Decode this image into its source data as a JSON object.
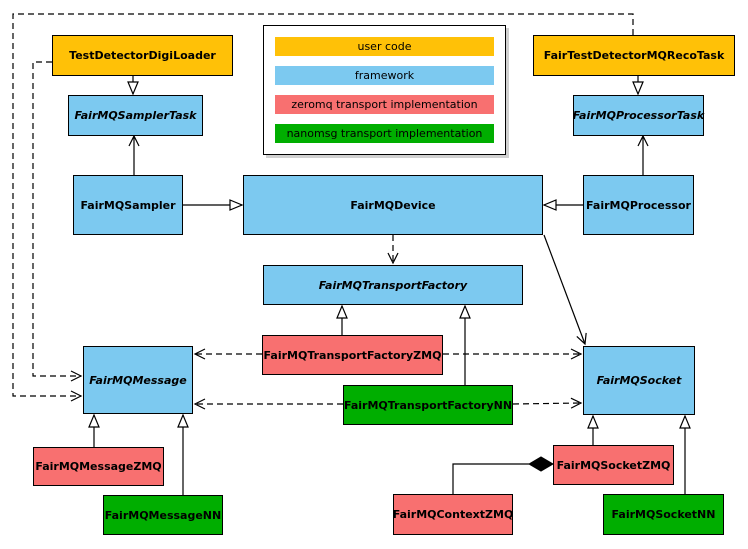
{
  "legend": {
    "items": [
      {
        "label": "user code",
        "color": "#FFC107"
      },
      {
        "label": "framework",
        "color": "#7CC9F0"
      },
      {
        "label": "zeromq transport implementation",
        "color": "#F87070"
      },
      {
        "label": "nanomsg transport implementation",
        "color": "#00AE00"
      }
    ]
  },
  "nodes": {
    "test_detector_digi_loader": {
      "label": "TestDetectorDigiLoader",
      "category": "user code",
      "abstract": false
    },
    "fair_test_detector_mq_reco_task": {
      "label": "FairTestDetectorMQRecoTask",
      "category": "user code",
      "abstract": false
    },
    "sampler_task": {
      "label": "FairMQSamplerTask",
      "category": "framework",
      "abstract": true
    },
    "processor_task": {
      "label": "FairMQProcessorTask",
      "category": "framework",
      "abstract": true
    },
    "sampler": {
      "label": "FairMQSampler",
      "category": "framework",
      "abstract": false
    },
    "device": {
      "label": "FairMQDevice",
      "category": "framework",
      "abstract": false
    },
    "processor": {
      "label": "FairMQProcessor",
      "category": "framework",
      "abstract": false
    },
    "transport_factory": {
      "label": "FairMQTransportFactory",
      "category": "framework",
      "abstract": true
    },
    "transport_factory_zmq": {
      "label": "FairMQTransportFactoryZMQ",
      "category": "zeromq transport implementation",
      "abstract": false
    },
    "transport_factory_nn": {
      "label": "FairMQTransportFactoryNN",
      "category": "nanomsg transport implementation",
      "abstract": false
    },
    "message": {
      "label": "FairMQMessage",
      "category": "framework",
      "abstract": true
    },
    "socket": {
      "label": "FairMQSocket",
      "category": "framework",
      "abstract": true
    },
    "message_zmq": {
      "label": "FairMQMessageZMQ",
      "category": "zeromq transport implementation",
      "abstract": false
    },
    "message_nn": {
      "label": "FairMQMessageNN",
      "category": "nanomsg transport implementation",
      "abstract": false
    },
    "socket_zmq": {
      "label": "FairMQSocketZMQ",
      "category": "zeromq transport implementation",
      "abstract": false
    },
    "socket_nn": {
      "label": "FairMQSocketNN",
      "category": "nanomsg transport implementation",
      "abstract": false
    },
    "context_zmq": {
      "label": "FairMQContextZMQ",
      "category": "zeromq transport implementation",
      "abstract": false
    }
  },
  "edges": [
    {
      "from": "TestDetectorDigiLoader",
      "to": "FairMQSamplerTask",
      "type": "inheritance"
    },
    {
      "from": "FairTestDetectorMQRecoTask",
      "to": "FairMQProcessorTask",
      "type": "inheritance"
    },
    {
      "from": "FairMQSampler",
      "to": "FairMQSamplerTask",
      "type": "association"
    },
    {
      "from": "FairMQProcessor",
      "to": "FairMQProcessorTask",
      "type": "association"
    },
    {
      "from": "FairMQSampler",
      "to": "FairMQDevice",
      "type": "inheritance"
    },
    {
      "from": "FairMQProcessor",
      "to": "FairMQDevice",
      "type": "inheritance"
    },
    {
      "from": "FairMQDevice",
      "to": "FairMQTransportFactory",
      "type": "dependency"
    },
    {
      "from": "FairMQDevice",
      "to": "FairMQSocket",
      "type": "association"
    },
    {
      "from": "FairMQTransportFactoryZMQ",
      "to": "FairMQTransportFactory",
      "type": "inheritance"
    },
    {
      "from": "FairMQTransportFactoryNN",
      "to": "FairMQTransportFactory",
      "type": "inheritance"
    },
    {
      "from": "FairMQTransportFactoryZMQ",
      "to": "FairMQMessage",
      "type": "dependency"
    },
    {
      "from": "FairMQTransportFactoryZMQ",
      "to": "FairMQSocket",
      "type": "dependency"
    },
    {
      "from": "FairMQTransportFactoryNN",
      "to": "FairMQMessage",
      "type": "dependency"
    },
    {
      "from": "FairMQTransportFactoryNN",
      "to": "FairMQSocket",
      "type": "dependency"
    },
    {
      "from": "FairMQMessageZMQ",
      "to": "FairMQMessage",
      "type": "inheritance"
    },
    {
      "from": "FairMQMessageNN",
      "to": "FairMQMessage",
      "type": "inheritance"
    },
    {
      "from": "FairMQSocketZMQ",
      "to": "FairMQSocket",
      "type": "inheritance"
    },
    {
      "from": "FairMQSocketNN",
      "to": "FairMQSocket",
      "type": "inheritance"
    },
    {
      "from": "TestDetectorDigiLoader",
      "to": "FairMQMessage",
      "type": "dependency"
    },
    {
      "from": "FairTestDetectorMQRecoTask",
      "to": "FairMQMessage",
      "type": "dependency"
    },
    {
      "from": "FairMQContextZMQ",
      "to": "FairMQSocketZMQ",
      "type": "composition"
    }
  ]
}
